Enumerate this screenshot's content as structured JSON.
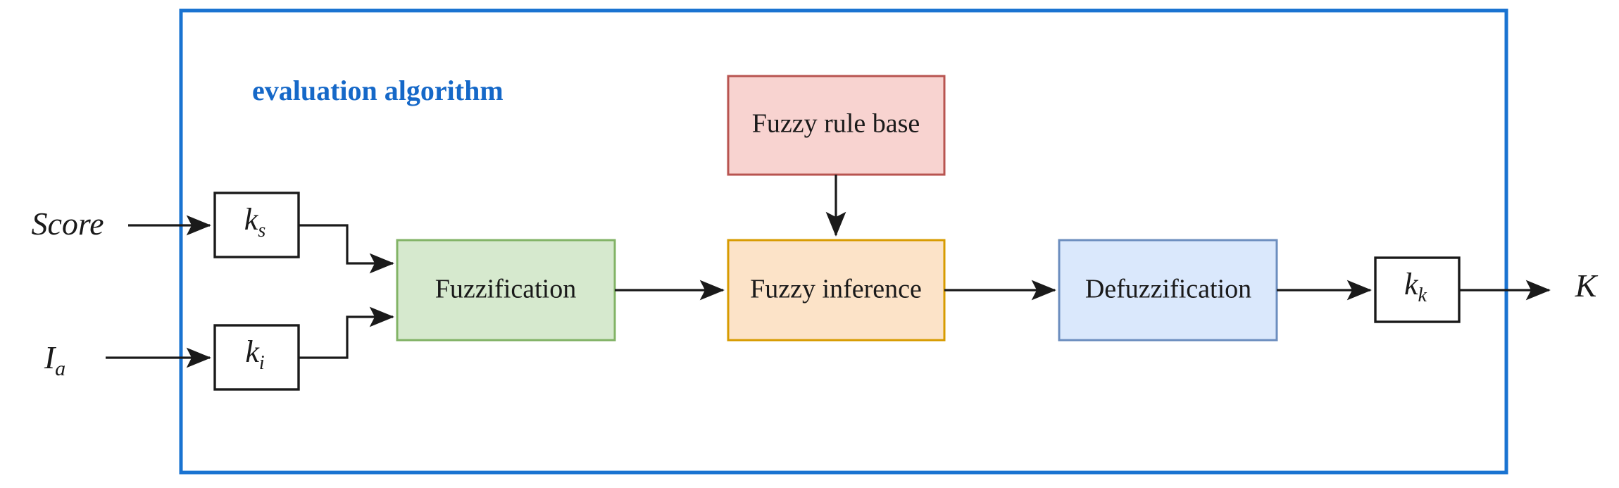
{
  "diagram": {
    "title": "evaluation algorithm",
    "frame_color": "#1a73d1",
    "inputs": [
      {
        "name": "score-input",
        "label": "Score",
        "sub": ""
      },
      {
        "name": "current-input",
        "label": "I",
        "sub": "a"
      }
    ],
    "outputs": [
      {
        "name": "gain-output",
        "label": "K",
        "sub": ""
      }
    ],
    "gain_blocks": [
      {
        "name": "gain-ks",
        "label": "k",
        "sub": "s"
      },
      {
        "name": "gain-ki",
        "label": "k",
        "sub": "i"
      },
      {
        "name": "gain-kk",
        "label": "k",
        "sub": "k"
      }
    ],
    "process_blocks": [
      {
        "name": "fuzzification-block",
        "label": "Fuzzification",
        "fill": "#d6e9ce",
        "stroke": "#82b366"
      },
      {
        "name": "fuzzy-inference-block",
        "label": "Fuzzy inference",
        "fill": "#fce3c8",
        "stroke": "#d79b00"
      },
      {
        "name": "defuzzification-block",
        "label": "Defuzzification",
        "fill": "#dae8fc",
        "stroke": "#6c8ebf"
      },
      {
        "name": "fuzzy-rule-base-block",
        "label": "Fuzzy rule base",
        "fill": "#f8d3d0",
        "stroke": "#b85450"
      }
    ],
    "connections": [
      {
        "name": "score-to-ks",
        "from": "Score",
        "to": "k_s"
      },
      {
        "name": "ia-to-ki",
        "from": "I_a",
        "to": "k_i"
      },
      {
        "name": "ks-to-fuzzification",
        "from": "k_s",
        "to": "Fuzzification"
      },
      {
        "name": "ki-to-fuzzification",
        "from": "k_i",
        "to": "Fuzzification"
      },
      {
        "name": "fuzzification-to-inference",
        "from": "Fuzzification",
        "to": "Fuzzy inference"
      },
      {
        "name": "rulebase-to-inference",
        "from": "Fuzzy rule base",
        "to": "Fuzzy inference"
      },
      {
        "name": "inference-to-defuzzification",
        "from": "Fuzzy inference",
        "to": "Defuzzification"
      },
      {
        "name": "defuzzification-to-kk",
        "from": "Defuzzification",
        "to": "k_k"
      },
      {
        "name": "kk-to-output",
        "from": "k_k",
        "to": "K"
      }
    ]
  }
}
